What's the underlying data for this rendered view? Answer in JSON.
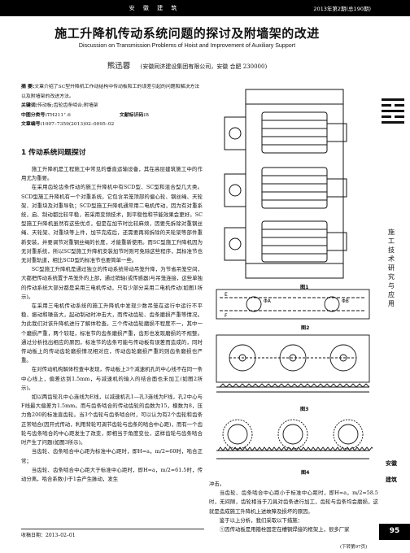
{
  "header": {
    "journal": "安 徽 建 筑",
    "issue": "2013年第2期(总190期)"
  },
  "title": "施工升降机传动系统问题的探讨及附墙架的改进",
  "subtitle": "Discussion on Transmission Problems of Hoist and Improvement of Auxiliary Support",
  "author": {
    "name": "熊迅蓉",
    "affiliation": "(安徽同济建设集团有限公司，安徽 合肥 230000)"
  },
  "abstract": {
    "label": "摘 要:",
    "text": "文章介绍了SC型升降机工作动结构中传动板和工的误差引起的问题和解决方法以及附墙架的改进方法。",
    "keywords_label": "关键词:",
    "keywords": "传动板;齿轮齿条啮合;附墙架",
    "clc_label": "中图分类号:",
    "clc": "TH211⁺.6",
    "doc_label": "文献标识码:",
    "doc": "B",
    "id_label": "文章编号:",
    "id": "1007–7359(2013)02–0095–02"
  },
  "section1": {
    "heading": "1  传动系统问题探讨"
  },
  "left_paragraphs": [
    "施工升降机是工程施工中常见的垂直运输设备，其在高层建筑施工中的作用尤为重要。",
    "在采用齿轮齿条传动的施工升降机中有SCD型、SC型和混合型几大类。SCD型施工升降机有一个对重系统，它包含吊笼顶部的偏心轮、钢丝绳、天轮架、对重块及对重导轨；SCD型施工升降机通常用二电机传动，因为有对重系统，启、制动都比较平稳，若采用变频技术，则平稳性和节能效果会更好。SC型施工升降机虽然有这些优点，但是在加节时比较麻烦，因要先拆除对重钢丝绳、天轮架、对重块等上件，加节完成后，还需要再将拆除的天轮架等部件重新安装，并要调节对重钢丝绳的长度，才能重新使用。而SC型施工升降机因为无对重系统，所以SC型施工升降机安装加节时则可免除这些程序，其标准节也无对重轨道，相比SCD型的标准节也要简单一些。",
    "SC型施工升降机是通过独立的传动系统带动吊笼升降，为节省吊笼空间，大都把传动系统置于吊笼外的上部，通过销轴(或传感器)与吊笼连接，这些单独的传动系统大部分都是采用三电机传动，只有少部分采用二电机传动(如图1所示)。",
    "在采用三电机传动系统的施工升降机中发现少数吊笼在运行中运行不平稳、振动和噪音大，起动制动时冲击大，而传动齿轮、齿条磨损严重等情况。为此我们对该升降机进行了解体检查。三个传动齿轮磨损不程度不一，其中一个磨损严重，两个较轻，标准节的齿条磨损严重，齿形也发现磨损的不规整。通过分析找出相应的原因，标准节的齿条可能与传动板有误差而造成的，同时传动板上的传动齿轮磨损情况相对应，传动齿轮磨损严重的则齿条磨损也严重。",
    "在对传动机构解体检查中发现，传动板上3个减速机孔的中心线不在同一条中心线上，偏差达到1.5mm，与减速机的输入的结合面也未加工(如图2所示)。",
    "如以两齿轮孔中心连线为E线，以减速机孔1—孔3连线为F线，孔2中心与F线最大偏差为1.5mm。而与齿条啮合的传动齿轮的齿数为15，模数为8，压力角200的标准直齿轮。当3个齿轮与齿条啮合时，可以认为有2个齿轮和齿条正常啮合(因开式传动，利用背轮可调节齿轮与齿条的啮合中心距)，而有一个齿轮与齿条啮合的中心距发生了改变，即相当于角度变位，这样齿轮与齿条啮合时产生了问题(如图3所示)。",
    "当齿轮、齿条啮合中心距为标准中心距时，即H=a，m/2=60时，啮合正常；",
    "当齿轮、齿条啮合中心距大于标准中心距时，即H=a，m/2=61.5时，传动分离，啮合系数小于1会产生脉动，发生"
  ],
  "right_paragraphs": [
    "冲击。",
    "当齿轮、齿条啮合中心距小于标准中心距时，即H=a，m/2=58.5时，无间隙，齿轮相当于刀具对齿条进行加工，齿轮与齿条均会磨损，这就是造成施工升降机上述故障及损坏的原因。",
    "鉴于以上分析，我们采取以下措施：",
    "①因传动板是用箍栓固定在槽钢焊接的框架上，很多厂家"
  ],
  "continue_note": "(下转第97页)",
  "received": "收稿日期：2013–02–01",
  "figures": {
    "fig1": "图1",
    "fig2": "图2",
    "fig3": "图3",
    "fig4": "图4"
  },
  "diagram_labels": {
    "e": "E",
    "f": "F",
    "phi_a": "ΦA",
    "phi_b": "ΦB"
  },
  "sidebar": {
    "category": "施工技术研究与应用",
    "journal": "安徽建筑"
  },
  "page_number": "95"
}
